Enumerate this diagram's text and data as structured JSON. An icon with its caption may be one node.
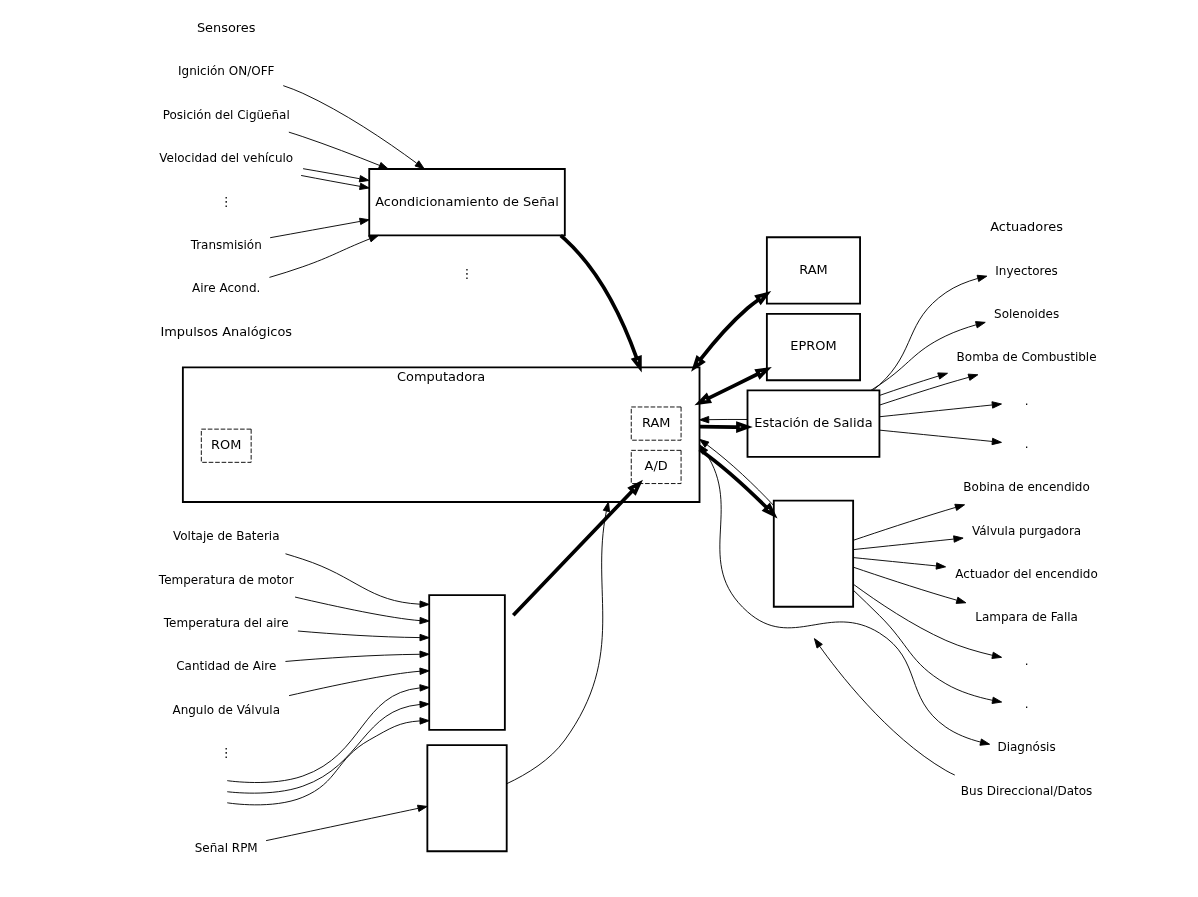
{
  "diagram": {
    "nodes": [
      {
        "text": [
          "Acondicionamiento de Señal"
        ]
      },
      {
        "text": [],
        "shape": "box"
      },
      {
        "text": [
          "Computadora"
        ]
      },
      {
        "text": [
          "RAM"
        ],
        "in": 2
      },
      {
        "text": [
          "ROM"
        ],
        "in": 2
      },
      {
        "text": [
          "A/D"
        ],
        "in": 2
      },
      {
        "text": [
          "Estación de Salida"
        ]
      },
      {
        "text": [],
        "shape": "box"
      },
      {
        "text": [],
        "shape": "box"
      },
      {
        "text": [
          "RAM"
        ]
      },
      {
        "text": [
          "EPROM"
        ]
      },
      {
        "text": [
          "Ignición ON/OFF"
        ]
      },
      {
        "text": [
          "Posición del Cigüeñal"
        ]
      },
      {
        "text": [
          "Velocidad del vehículo"
        ]
      },
      {
        "text": [
          "Transmisión"
        ]
      },
      {
        "text": [
          "Aire Acond."
        ]
      },
      {
        "text": [
          "Voltaje de Bateria"
        ]
      },
      {
        "text": [
          "Temperatura de motor"
        ]
      },
      {
        "text": [
          "Temperatura del aire"
        ]
      },
      {
        "text": [
          "Cantidad de Aire"
        ]
      },
      {
        "text": [
          "Angulo de Válvula"
        ]
      },
      {
        "text": [
          "Señal RPM"
        ]
      },
      {
        "text": [
          "Inyectores"
        ]
      },
      {
        "text": [
          "Solenoides"
        ]
      },
      {
        "text": [
          "Bomba de Combustible"
        ]
      },
      {
        "text": [
          "."
        ]
      },
      {
        "text": [
          "."
        ]
      },
      {
        "text": [
          "Bobina de encendido"
        ]
      },
      {
        "text": [
          "Válvula purgadora"
        ]
      },
      {
        "text": [
          "Actuador del encendido"
        ]
      },
      {
        "text": [
          "Lampara de Falla"
        ]
      },
      {
        "text": [
          "."
        ]
      },
      {
        "text": [
          "."
        ]
      },
      {
        "text": [
          "Diagnósis"
        ]
      },
      {
        "text": [
          "Bus Direccional/Datos"
        ]
      }
    ],
    "edges": [
      {
        "from": 11,
        "to": 0,
        "arrow": "to"
      },
      {
        "from": 12,
        "to": 0,
        "arrow": "to"
      },
      {
        "from": 13,
        "to": 0,
        "arrow": "to"
      },
      {
        "from": 13,
        "to": 0,
        "arrow": "to"
      },
      {
        "from": 14,
        "to": 0,
        "arrow": "to"
      },
      {
        "from": 15,
        "to": 0,
        "arrow": "to"
      },
      {
        "from": 16,
        "to": 1,
        "arrow": "to"
      },
      {
        "from": 17,
        "to": 1,
        "arrow": "to"
      },
      {
        "from": 18,
        "to": 1,
        "arrow": "to"
      },
      {
        "from": 19,
        "to": 1,
        "arrow": "to"
      },
      {
        "from": 20,
        "to": 1,
        "arrow": "to"
      },
      {
        "from": null,
        "to": 1,
        "arrow": "to"
      },
      {
        "from": null,
        "to": 1,
        "arrow": "to"
      },
      {
        "from": null,
        "to": 1,
        "arrow": "to"
      },
      {
        "from": 0,
        "to": 2,
        "arrow": "to",
        "style": "thick"
      },
      {
        "from": 1,
        "to": 5,
        "arrow": "to",
        "style": "thick"
      },
      {
        "from": 2,
        "to": 6,
        "arrow": "to",
        "style": "thick"
      },
      {
        "from": 6,
        "to": 2,
        "arrow": "to"
      },
      {
        "from": 2,
        "to": 7,
        "arrow": "to",
        "style": "thick"
      },
      {
        "from": 7,
        "to": 2,
        "arrow": "to"
      },
      {
        "from": 6,
        "to": 22,
        "arrow": "to"
      },
      {
        "from": 6,
        "to": 23,
        "arrow": "to"
      },
      {
        "from": 6,
        "to": 24,
        "arrow": "to"
      },
      {
        "from": 6,
        "to": 24,
        "arrow": "to"
      },
      {
        "from": 6,
        "to": 25,
        "arrow": "to"
      },
      {
        "from": 6,
        "to": 26,
        "arrow": "to"
      },
      {
        "from": 7,
        "to": 27,
        "arrow": "to"
      },
      {
        "from": 7,
        "to": 28,
        "arrow": "to"
      },
      {
        "from": 7,
        "to": 29,
        "arrow": "to"
      },
      {
        "from": 7,
        "to": 30,
        "arrow": "to"
      },
      {
        "from": 7,
        "to": 31,
        "arrow": "to"
      },
      {
        "from": 7,
        "to": 32,
        "arrow": "to"
      },
      {
        "from": 2,
        "to": 33,
        "arrow": "both"
      },
      {
        "from": 21,
        "to": 8,
        "arrow": "to"
      },
      {
        "from": 8,
        "to": 2,
        "arrow": "to"
      },
      {
        "from": 2,
        "to": 9,
        "arrow": "both",
        "style": "thick"
      },
      {
        "from": 2,
        "to": 10,
        "arrow": "both",
        "style": "thick"
      },
      {
        "from": 34,
        "to": null,
        "arrow": "to"
      }
    ],
    "labels": [
      "Sensores",
      "⋮",
      "⋮",
      "Impulsos Analógicos",
      "⋮",
      "Actuadores"
    ]
  }
}
